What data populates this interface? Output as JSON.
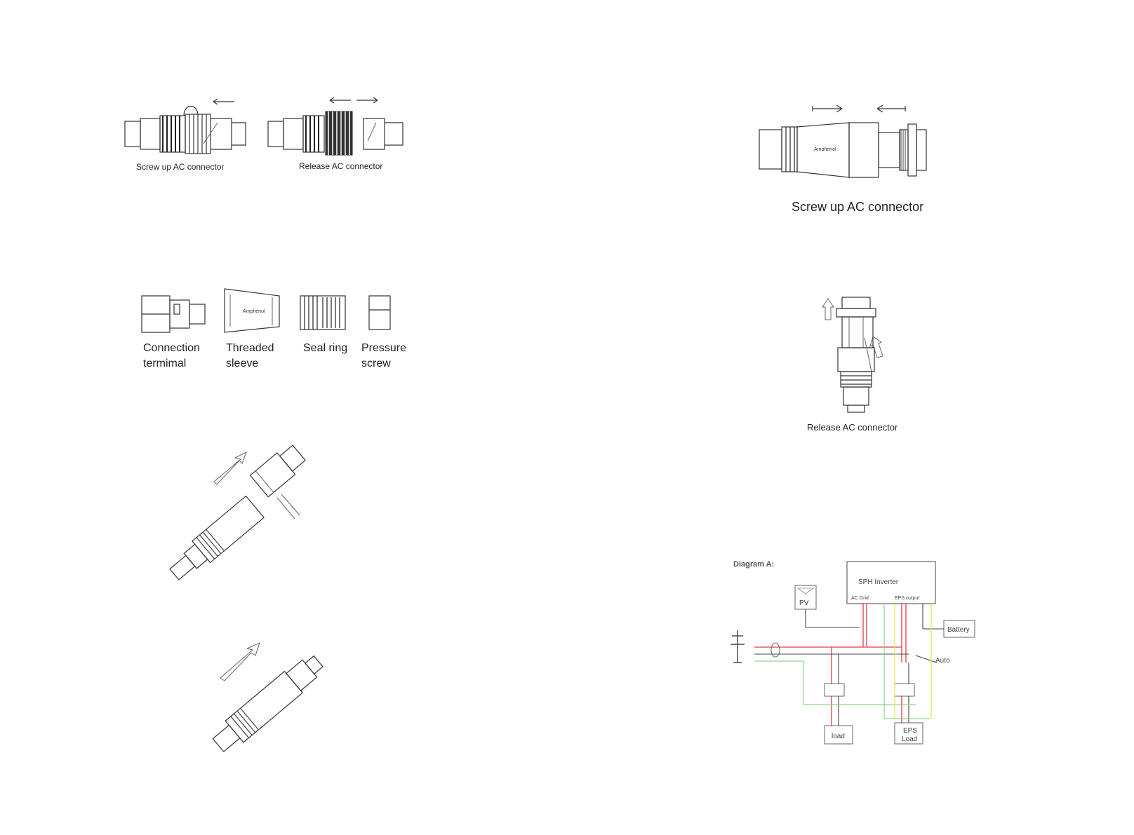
{
  "left_page": {
    "fig1": {
      "screw_caption": "Screw up AC connector",
      "release_caption": "Release AC connector"
    },
    "components": [
      {
        "label_line1": "Connection",
        "label_line2": "termimal"
      },
      {
        "label_line1": "Threaded",
        "label_line2": "sleeve"
      },
      {
        "label_line1": "Seal ring",
        "label_line2": ""
      },
      {
        "label_line1": "Pressure",
        "label_line2": "screw"
      }
    ]
  },
  "right_page": {
    "fig_screw_caption": "Screw up AC connector",
    "fig_release_caption": "Release AC connector",
    "diagram": {
      "title": "Diagram A:",
      "inverter_label": "SPH Inverter",
      "pv_label": "PV",
      "battery_label": "Battery",
      "load_label": "load",
      "eps_load_line1": "EPS",
      "eps_load_line2": "Load",
      "auto_label": "Auto",
      "ac_grid_label": "AC Grid",
      "eps_output_label": "EPS output"
    }
  },
  "colors": {
    "line": "#333333",
    "red_wire": "#e23b3b",
    "green_wire": "#8fd18f",
    "yellow_wire": "#e6e24a"
  }
}
